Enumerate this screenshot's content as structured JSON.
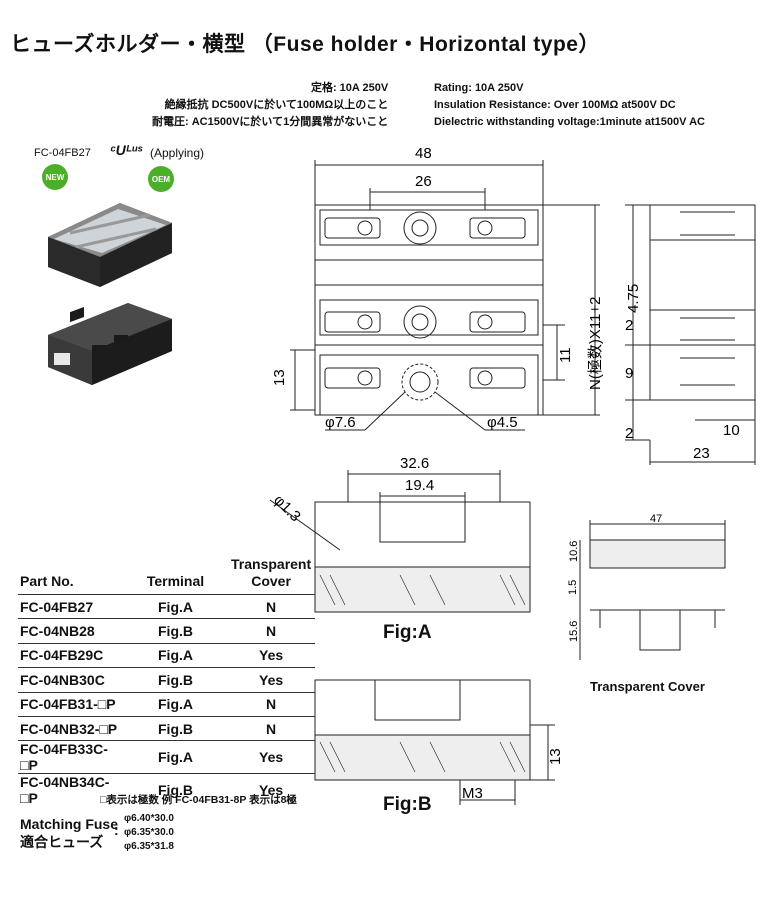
{
  "title": "ヒューズホルダー・横型 （Fuse holder・Horizontal type）",
  "specs_jp": [
    "定格: 10A 250V",
    "絶縁抵抗 DC500Vに於いて100MΩ以上のこと",
    "耐電圧: AC1500Vに於いて1分間異常がないこと"
  ],
  "specs_en": [
    "Rating: 10A 250V",
    "Insulation Resistance: Over 100MΩ at500V DC",
    "Dielectric withstanding voltage:1minute at1500V AC"
  ],
  "model_label": "FC-04FB27",
  "applying": "(Applying)",
  "badge_new": "NEW",
  "badge_oem": "OEM",
  "table": {
    "headers": [
      "Part No.",
      "Terminal",
      "Transparent Cover"
    ],
    "rows": [
      [
        "FC-04FB27",
        "Fig.A",
        "N"
      ],
      [
        "FC-04NB28",
        "Fig.B",
        "N"
      ],
      [
        "FC-04FB29C",
        "Fig.A",
        "Yes"
      ],
      [
        "FC-04NB30C",
        "Fig.B",
        "Yes"
      ],
      [
        "FC-04FB31-□P",
        "Fig.A",
        "N"
      ],
      [
        "FC-04NB32-□P",
        "Fig.B",
        "N"
      ],
      [
        "FC-04FB33C-□P",
        "Fig.A",
        "Yes"
      ],
      [
        "FC-04NB34C-□P",
        "Fig.B",
        "Yes"
      ]
    ]
  },
  "note": "□表示は極数 例 FC-04FB31-8P 表示は8極",
  "matching_fuse_label_en": "Matching Fuse",
  "matching_fuse_label_jp": "適合ヒューズ",
  "fuses": [
    "φ6.40*30.0",
    "φ6.35*30.0",
    "φ6.35*31.8"
  ],
  "dims": {
    "d48": "48",
    "d26": "26",
    "d13": "13",
    "d11": "11",
    "nx": "N(極数)X11+2",
    "d76": "φ7.6",
    "d45": "φ4.5",
    "d475": "4.75",
    "d2a": "2",
    "d9": "9",
    "d2b": "2",
    "d10": "10",
    "d23": "23",
    "d326": "32.6",
    "d194": "19.4",
    "d13b": "φ1.3",
    "d47": "47",
    "d106": "10.6",
    "d15": "1.5",
    "d156": "15.6",
    "d13c": "13",
    "m3": "M3"
  },
  "fig_a": "Fig:A",
  "fig_b": "Fig:B",
  "transparent_cover": "Transparent Cover"
}
